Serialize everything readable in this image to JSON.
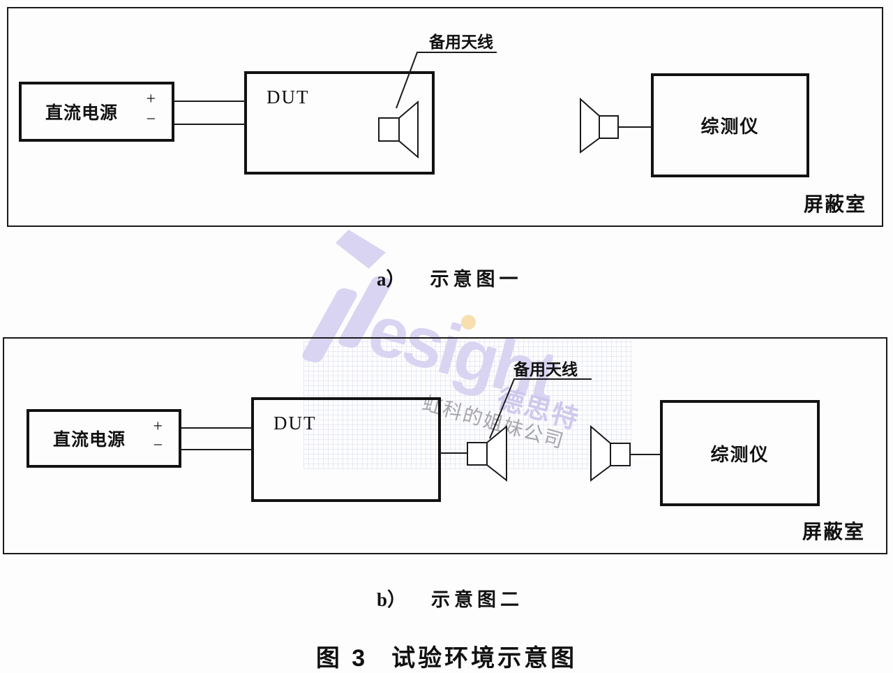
{
  "figure": {
    "caption_prefix": "图 3",
    "caption_text": "试验环境示意图"
  },
  "diagram_a": {
    "caption_prefix": "a）",
    "caption_text": "示意图一",
    "shield_room_label": "屏蔽室",
    "dc_supply": {
      "label": "直流电源",
      "plus": "+",
      "minus": "−"
    },
    "dut": {
      "label": "DUT"
    },
    "tester": {
      "label": "综测仪"
    },
    "backup_antenna_label": "备用天线"
  },
  "diagram_b": {
    "caption_prefix": "b）",
    "caption_text": "示意图二",
    "shield_room_label": "屏蔽室",
    "dc_supply": {
      "label": "直流电源",
      "plus": "+",
      "minus": "−"
    },
    "dut": {
      "label": "DUT"
    },
    "tester": {
      "label": "综测仪"
    },
    "backup_antenna_label": "备用天线"
  },
  "watermark": {
    "wordmark": "esight",
    "brand_cn": "德思特",
    "tagline_cn": "虹科的姐妹公司"
  },
  "colors": {
    "line": "#1a1a1a",
    "watermark_purple": "#d9d4f1",
    "watermark_orange": "#f7dfb0",
    "watermark_gray": "#92929b"
  }
}
